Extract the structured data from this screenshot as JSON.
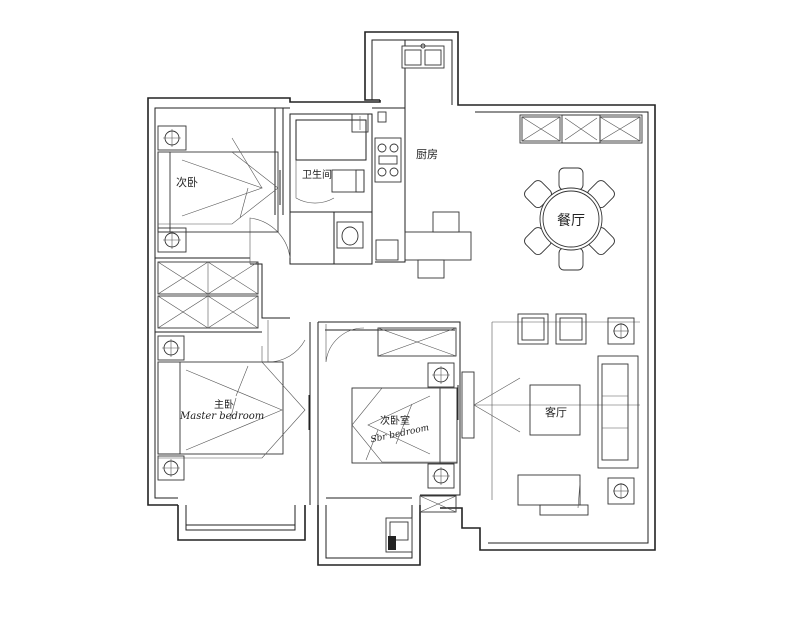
{
  "rooms": {
    "kitchen": "厨房",
    "dining": "餐厅",
    "bathroom": "卫生间",
    "second_bedroom": "次卧",
    "master_bedroom": "主卧",
    "master_bedroom_en": "Master bedroom",
    "third_bedroom": "次卧室",
    "third_bedroom_en": "Sbr bedroom",
    "living_room": "客厅"
  }
}
